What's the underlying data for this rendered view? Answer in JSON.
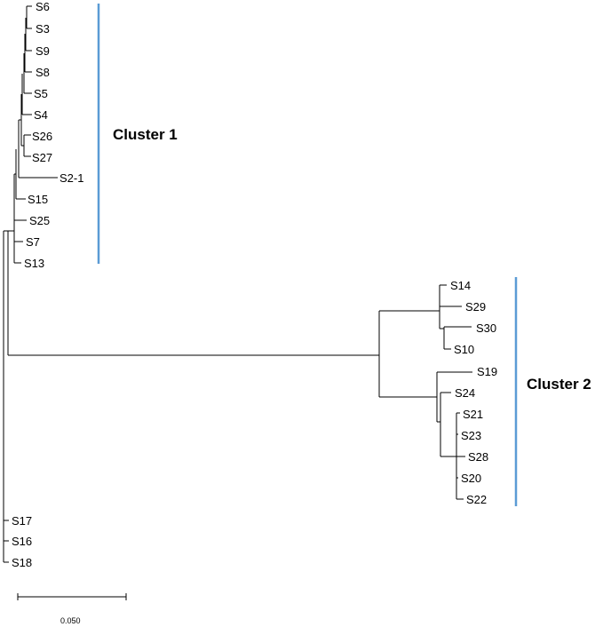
{
  "leaves": [
    "S6",
    "S3",
    "S9",
    "S8",
    "S5",
    "S4",
    "S26",
    "S27",
    "S2-1",
    "S15",
    "S25",
    "S7",
    "S13",
    "S14",
    "S29",
    "S30",
    "S10",
    "S19",
    "S24",
    "S21",
    "S23",
    "S28",
    "S20",
    "S22",
    "S17",
    "S16",
    "S18"
  ],
  "clusters": [
    {
      "label": "Cluster 1",
      "color": "#5b9bd5"
    },
    {
      "label": "Cluster 2",
      "color": "#5b9bd5"
    }
  ],
  "scale_bar": {
    "label": "0.050"
  }
}
